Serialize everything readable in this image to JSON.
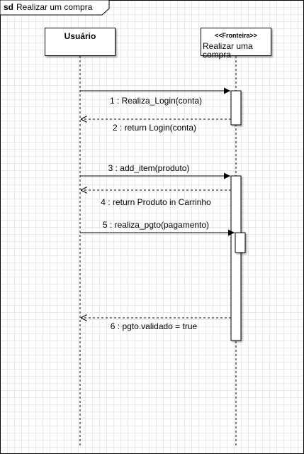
{
  "frame": {
    "keyword": "sd",
    "title": "Realizar um compra"
  },
  "lifelines": {
    "actor": {
      "name": "Usuário"
    },
    "boundary": {
      "stereotype": "<<Fronteira>>",
      "name": "Realizar uma compra"
    }
  },
  "messages": [
    {
      "label": "1 : Realiza_Login(conta)"
    },
    {
      "label": "2 : return Login(conta)"
    },
    {
      "label": "3 : add_item(produto)"
    },
    {
      "label": "4 : return Produto in Carrinho"
    },
    {
      "label": "5 : realiza_pgto(pagamento)"
    },
    {
      "label": "6 : pgto.validado = true"
    }
  ]
}
